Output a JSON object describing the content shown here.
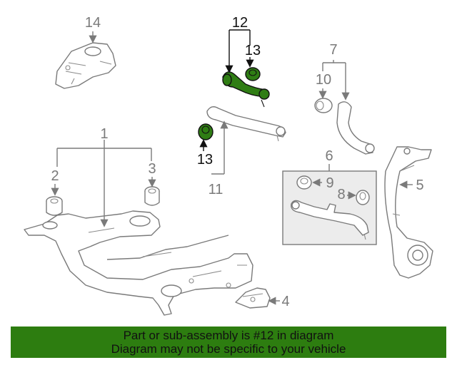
{
  "callouts": {
    "c1": "1",
    "c2": "2",
    "c3": "3",
    "c4": "4",
    "c5": "5",
    "c6": "6",
    "c7": "7",
    "c8": "8",
    "c9": "9",
    "c10": "10",
    "c11": "11",
    "c12": "12",
    "c13_top": "13",
    "c13_left": "13",
    "c14": "14"
  },
  "highlighted_part": "12",
  "colors": {
    "highlight": "#2f7d14",
    "banner": "#2d7d10",
    "line_art": "#7a7a7a"
  },
  "footer": {
    "line1": "Part or sub-assembly is #12 in diagram",
    "line2": "Diagram may not be specific to your vehicle"
  }
}
